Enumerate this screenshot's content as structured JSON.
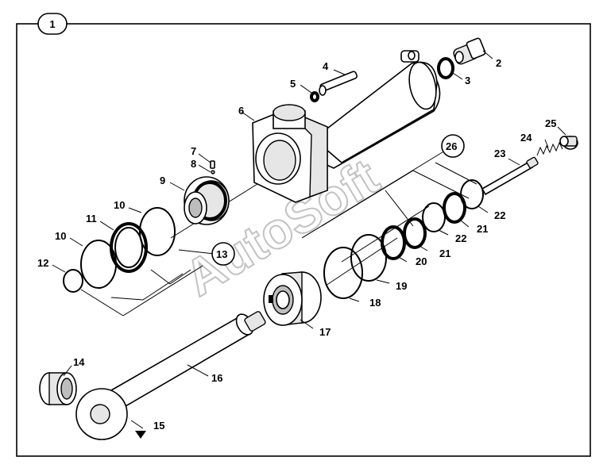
{
  "figure_number": "1",
  "watermark": "AutoSoft",
  "callouts": [
    {
      "id": "c2",
      "text": "2"
    },
    {
      "id": "c3",
      "text": "3"
    },
    {
      "id": "c4",
      "text": "4"
    },
    {
      "id": "c5",
      "text": "5"
    },
    {
      "id": "c6",
      "text": "6"
    },
    {
      "id": "c7",
      "text": "7"
    },
    {
      "id": "c8",
      "text": "8"
    },
    {
      "id": "c9",
      "text": "9"
    },
    {
      "id": "c10a",
      "text": "10"
    },
    {
      "id": "c10b",
      "text": "10"
    },
    {
      "id": "c11",
      "text": "11"
    },
    {
      "id": "c12",
      "text": "12"
    },
    {
      "id": "c13",
      "text": "13"
    },
    {
      "id": "c14",
      "text": "14"
    },
    {
      "id": "c15",
      "text": "15"
    },
    {
      "id": "c16",
      "text": "16"
    },
    {
      "id": "c17",
      "text": "17"
    },
    {
      "id": "c18",
      "text": "18"
    },
    {
      "id": "c19",
      "text": "19"
    },
    {
      "id": "c20",
      "text": "20"
    },
    {
      "id": "c21a",
      "text": "21"
    },
    {
      "id": "c21b",
      "text": "21"
    },
    {
      "id": "c22a",
      "text": "22"
    },
    {
      "id": "c22b",
      "text": "22"
    },
    {
      "id": "c23",
      "text": "23"
    },
    {
      "id": "c24",
      "text": "24"
    },
    {
      "id": "c25",
      "text": "25"
    },
    {
      "id": "c26",
      "text": "26"
    }
  ]
}
